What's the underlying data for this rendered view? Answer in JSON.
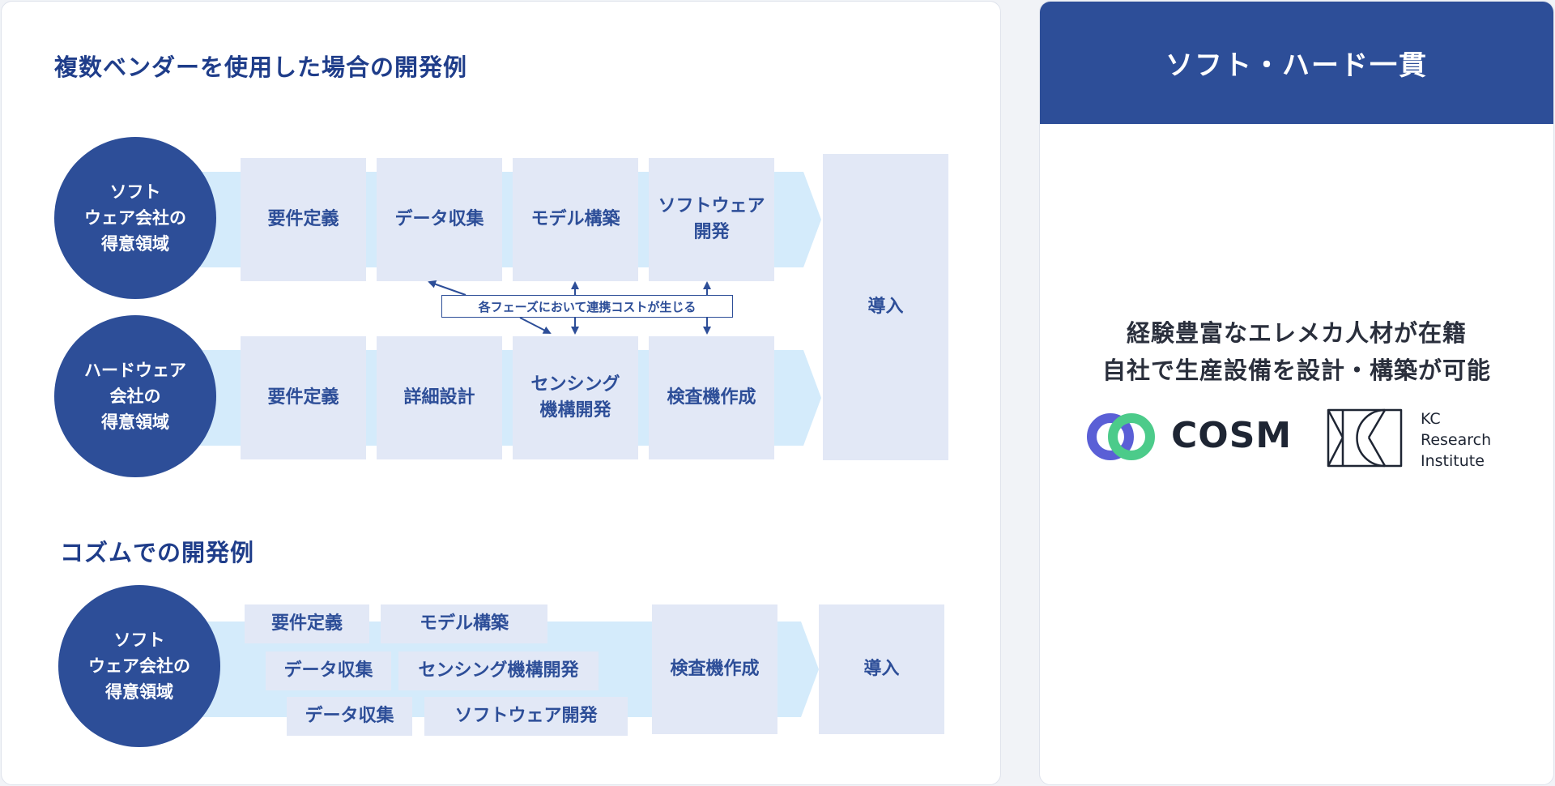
{
  "left": {
    "multi_vendor": {
      "title": "複数ベンダーを使用した場合の開発例",
      "software_lane": {
        "circle": "ソフト\nウェア会社の\n得意領域",
        "steps": [
          "要件定義",
          "データ収集",
          "モデル構築",
          "ソフトウェア\n開発"
        ]
      },
      "hardware_lane": {
        "circle": "ハードウェア\n会社の\n得意領域",
        "steps": [
          "要件定義",
          "詳細設計",
          "センシング\n機構開発",
          "検査機作成"
        ]
      },
      "final_step": "導入",
      "note": "各フェーズにおいて連携コストが生じる"
    },
    "cosm": {
      "title": "コズムでの開発例",
      "circle": "ソフト\nウェア会社の\n得意領域",
      "tasks": [
        "要件定義",
        "モデル構築",
        "データ収集",
        "センシング機構開発",
        "データ収集",
        "ソフトウェア開発"
      ],
      "inspection": "検査機作成",
      "final_step": "導入"
    }
  },
  "right": {
    "header": "ソフト・ハード一貫",
    "tagline_1": "経験豊富なエレメカ人材が在籍",
    "tagline_2": "自社で生産設備を設計・構築が可能",
    "cosm_logo": {
      "text": "COSM",
      "ring_left": "#5a5fd6",
      "ring_right": "#4ccb8a"
    },
    "kc_logo": {
      "line1": "KC",
      "line2": "Research",
      "line3": "Institute"
    }
  },
  "colors": {
    "primary": "#2d4e98",
    "band": "#d4ebfb",
    "box": "#e2e8f6",
    "title": "#1f3d8a"
  }
}
